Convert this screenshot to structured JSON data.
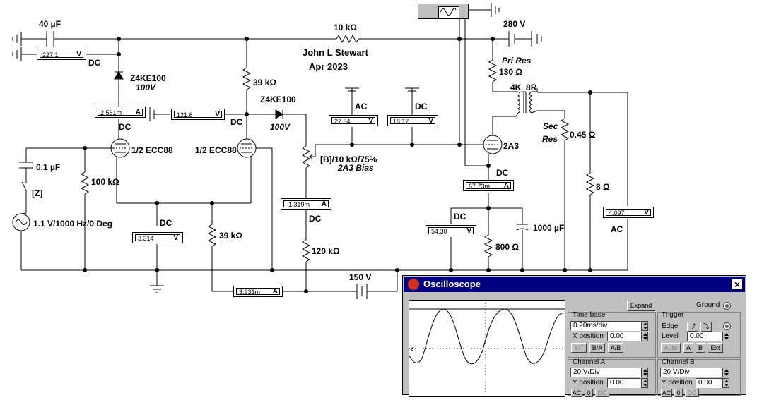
{
  "title": {
    "author": "John L Stewart",
    "date": "Apr 2023"
  },
  "components": {
    "cap_in": "40 µF",
    "r_top": "10 kΩ",
    "supply_280": "280 V",
    "zener1_name": "Z4KE100",
    "zener1_v": "100V",
    "r39k_top": "39 kΩ",
    "zener2_name": "Z4KE100",
    "zener2_v": "100V",
    "tube1": "1/2 ECC88",
    "tube2": "1/2 ECC88",
    "tube3": "2A3",
    "cap_coupling": "0.1 µF",
    "switch_key": "[Z]",
    "r100k": "100 kΩ",
    "source": "1.1 V/1000 Hz/0 Deg",
    "r39k_bottom": "39 kΩ",
    "pot_name": "[B]/10 kΩ/75%",
    "pot_desc": "2A3 Bias",
    "r120k": "120 kΩ",
    "supply_150": "150 V",
    "pri_res_name": "Pri Res",
    "pri_res_val": "130 Ω",
    "transformer": "4K_8R",
    "sec_res_name1": "Sec",
    "sec_res_name2": "Res",
    "sec_res_val": "0.45 Ω",
    "r_load": "8 Ω",
    "cap_cath": "1000 µF",
    "r800": "800 Ω"
  },
  "meters": [
    {
      "id": "m1",
      "value": "227.1",
      "unit": "V",
      "mode": "DC"
    },
    {
      "id": "m2",
      "value": "2.561m",
      "unit": "A",
      "mode": "DC"
    },
    {
      "id": "m3",
      "value": "121.6",
      "unit": "V",
      "mode": "DC"
    },
    {
      "id": "m4",
      "value": "27.34",
      "unit": "V",
      "mode": "AC"
    },
    {
      "id": "m5",
      "value": "18.17",
      "unit": "V",
      "mode": "DC"
    },
    {
      "id": "m6",
      "value": "-1.319m",
      "unit": "A",
      "mode": "DC"
    },
    {
      "id": "m7",
      "value": "3.314",
      "unit": "V",
      "mode": "DC"
    },
    {
      "id": "m8",
      "value": "67.73m",
      "unit": "A",
      "mode": "DC"
    },
    {
      "id": "m9",
      "value": "54.30",
      "unit": "V",
      "mode": "DC"
    },
    {
      "id": "m10",
      "value": "4.097",
      "unit": "V",
      "mode": "AC"
    },
    {
      "id": "m11",
      "value": "3.931m",
      "unit": "A",
      "mode": ""
    }
  ],
  "oscilloscope": {
    "title": "Oscilloscope",
    "expand": "Expand",
    "ground": "Ground",
    "timebase": {
      "label": "Time base",
      "value": "0.20ms/div",
      "xpos_label": "X position",
      "xpos": "0.00",
      "modes": [
        "Y/T",
        "B/A",
        "A/B"
      ]
    },
    "trigger": {
      "label": "Trigger",
      "edge": "Edge",
      "level_label": "Level",
      "level": "0.00",
      "modes": [
        "Auto",
        "A",
        "B",
        "Ext"
      ]
    },
    "channel_a": {
      "label": "Channel A",
      "value": "20 V/Div",
      "ypos_label": "Y position",
      "ypos": "0.00",
      "coupling": [
        "AC",
        "0",
        "DC"
      ]
    },
    "channel_b": {
      "label": "Channel B",
      "value": "20 V/Div",
      "ypos_label": "Y position",
      "ypos": "0.00",
      "coupling": [
        "AC",
        "0",
        "DC"
      ]
    }
  }
}
